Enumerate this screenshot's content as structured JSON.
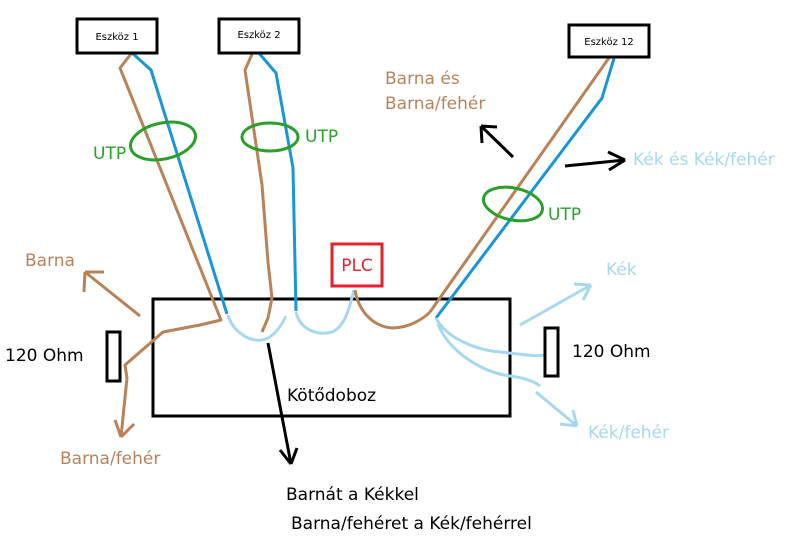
{
  "devices": {
    "dev1": "Eszköz 1",
    "dev2": "Eszköz 2",
    "dev12": "Eszköz 12"
  },
  "labels": {
    "utp": "UTP",
    "plc": "PLC",
    "junction_box": "Kötődoboz",
    "resistor_left": "120 Ohm",
    "resistor_right": "120 Ohm",
    "barna": "Barna",
    "barna_feher": "Barna/fehér",
    "barna_es_barna_feher_line1": "Barna és",
    "barna_es_barna_feher_line2": "Barna/fehér",
    "kek_es_kek_feher": "Kék és Kék/fehér",
    "kek": "Kék",
    "kek_feher": "Kék/fehér",
    "note_line1": "Barnát a Kékkel",
    "note_line2": "Barna/fehéret a Kék/fehérrel"
  },
  "colors": {
    "brown": "#b9835a",
    "blue": "#1a96d6",
    "light_blue": "#a6d9ee",
    "green": "#2aa02a",
    "red": "#e8222a",
    "black": "#000000"
  }
}
